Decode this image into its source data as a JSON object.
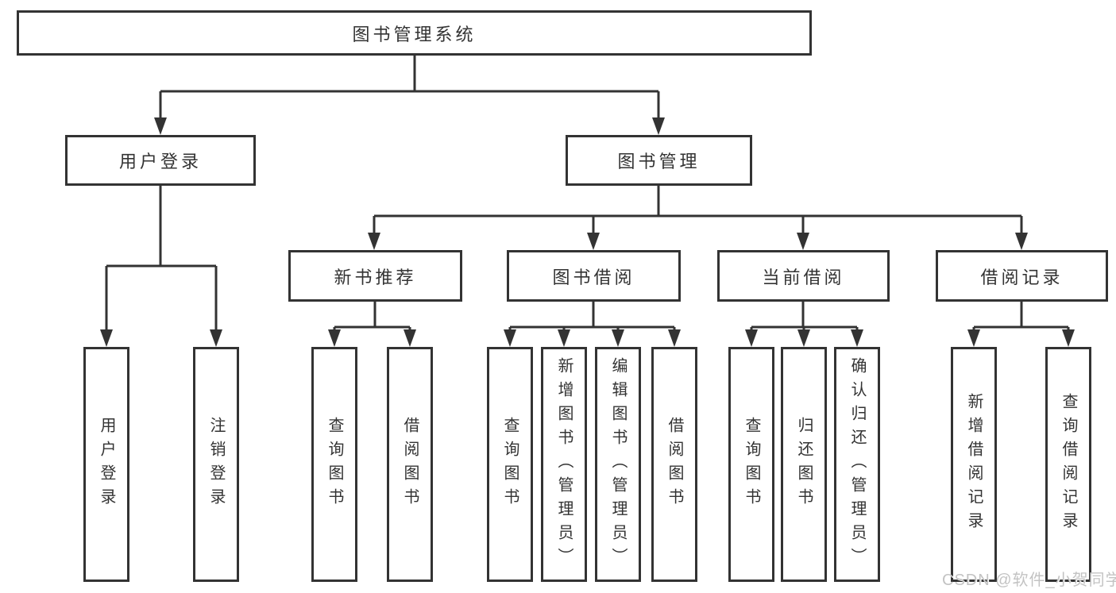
{
  "diagram": {
    "root": "图书管理系统",
    "level2": {
      "user_login": "用户登录",
      "book_mgmt": "图书管理"
    },
    "level3": {
      "new_books": "新书推荐",
      "book_borrow": "图书借阅",
      "current_borrow": "当前借阅",
      "borrow_records": "借阅记录"
    },
    "leaves": {
      "user_login_1": "用户登录",
      "user_login_2": "注销登录",
      "new_books_1": "查询图书",
      "new_books_2": "借阅图书",
      "book_borrow_1": "查询图书",
      "book_borrow_2": "新增图书（管理员）",
      "book_borrow_3": "编辑图书（管理员）",
      "book_borrow_4": "借阅图书",
      "current_borrow_1": "查询图书",
      "current_borrow_2": "归还图书",
      "current_borrow_3": "确认归还（管理员）",
      "borrow_records_1": "新增借阅记录",
      "borrow_records_2": "查询借阅记录"
    }
  },
  "watermark": "CSDN @软件_小贺同学",
  "colors": {
    "line": "#333333",
    "text": "#333333",
    "background": "#ffffff",
    "watermark": "#c3c3c3"
  }
}
